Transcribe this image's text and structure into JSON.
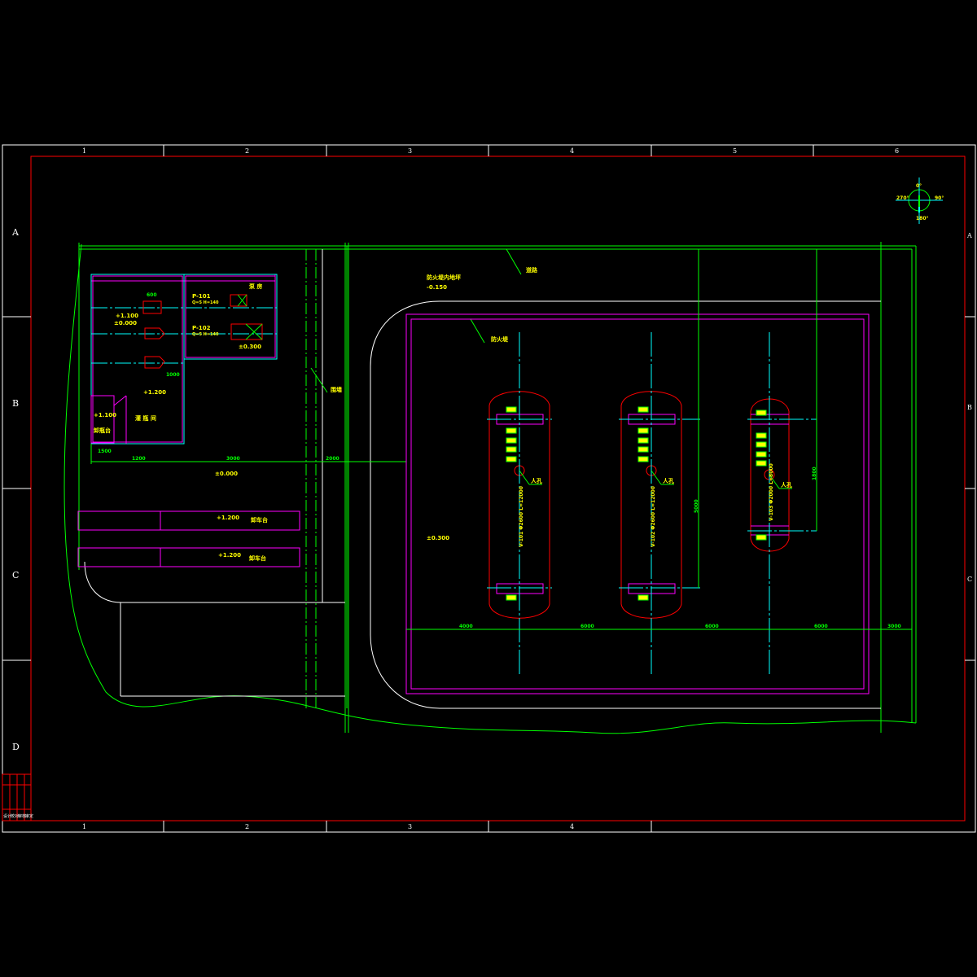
{
  "drawing": {
    "columns_top": [
      "1",
      "2",
      "3",
      "4",
      "5",
      "6"
    ],
    "columns_bottom": [
      "1",
      "2",
      "3",
      "4"
    ],
    "rows_left": [
      "A",
      "B",
      "C",
      "D"
    ],
    "rows_right": [
      "A",
      "B",
      "C"
    ],
    "compass": {
      "north": "0°",
      "east": "90°",
      "south": "180°",
      "west": "270°"
    },
    "title_block": [
      "设计",
      "校对",
      "审核",
      "审定"
    ],
    "labels": {
      "pump_house": "泵 房",
      "filling_room": "灌 瓶 间",
      "bottle_platform": "卸瓶台",
      "unloading_1": "卸车台",
      "unloading_2": "卸车台",
      "wall": "围墙",
      "road": "道路",
      "dike": "防火堤",
      "dike_note": "防火堤内地坪",
      "pump1": "P-101",
      "pump1_spec": "Q=5 H=140",
      "pump2": "P-102",
      "pump2_spec": "Q=5 H=140",
      "tank1": "V-101 Φ2600 L=12000",
      "tank2": "V-102 Φ2600 L=12000",
      "tank3": "V-103 Φ2000 L=8000",
      "manhole": "人孔"
    },
    "elevations": [
      "±0.000",
      "+1.100",
      "±0.300",
      "+1.200",
      "+1.100",
      "±0.300",
      "+1.200",
      "+1.200",
      "±0.000",
      "-0.150"
    ],
    "dimensions": [
      "4000",
      "6000",
      "6000",
      "6000",
      "3000",
      "2000",
      "3000",
      "1200",
      "1500",
      "600",
      "1000",
      "5000",
      "1800"
    ]
  },
  "colors": {
    "frame": "#ffffff",
    "border": "#ff0000",
    "site": "#00ff00",
    "axis": "#00ffff",
    "building": "#ff00ff",
    "text": "#ffff00"
  }
}
